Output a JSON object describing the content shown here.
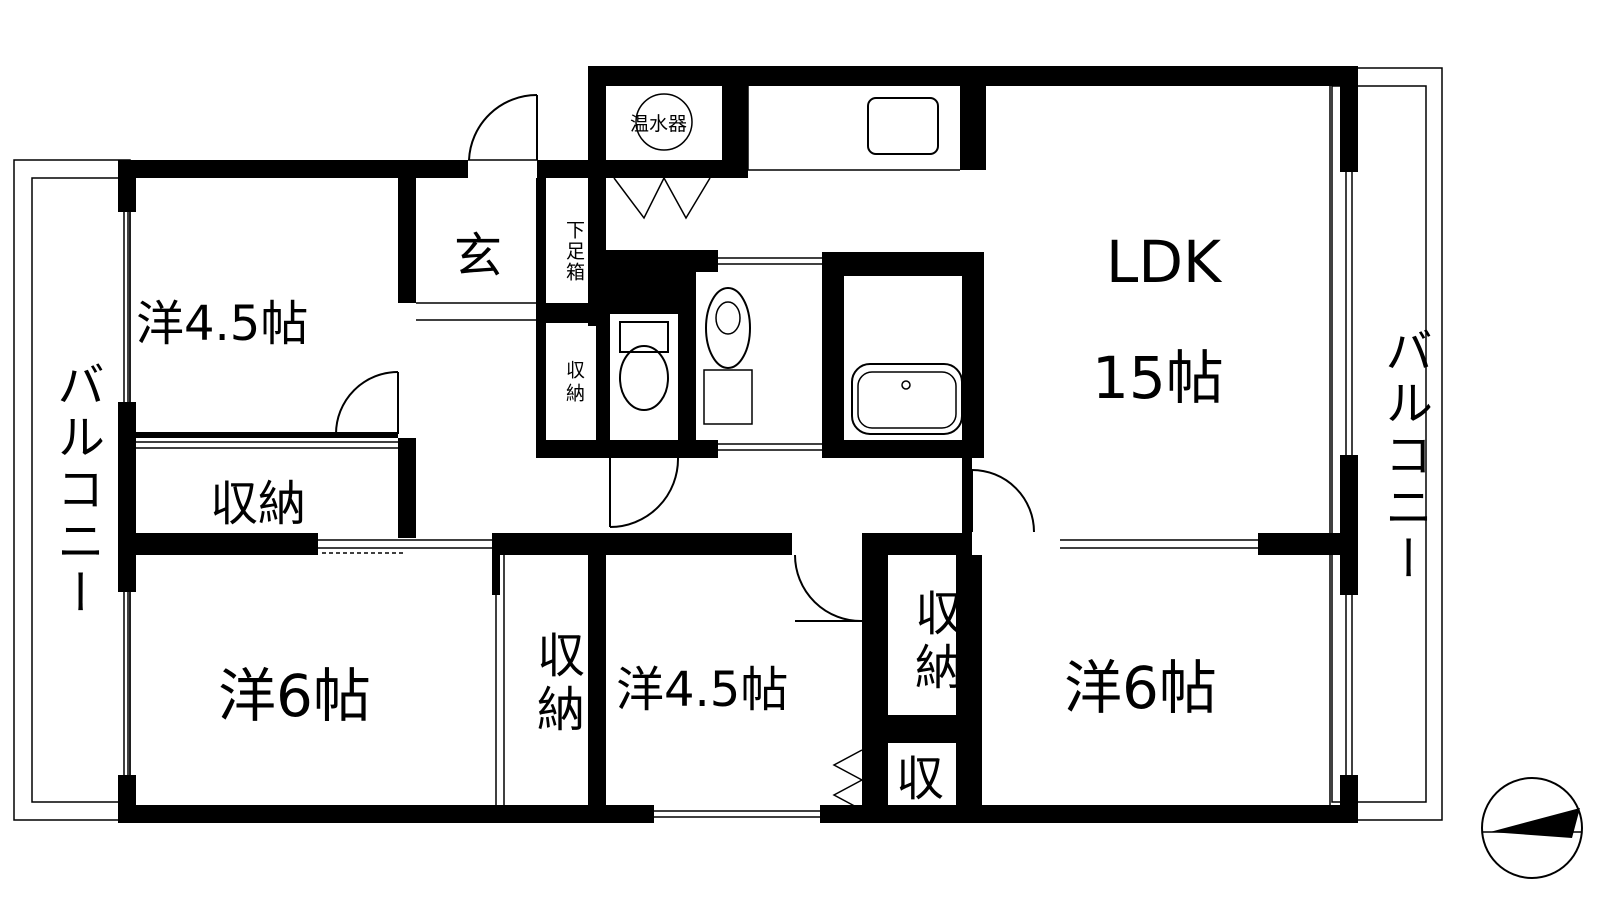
{
  "rooms": {
    "western_4_5_top": "洋4.5帖",
    "storage_top_left": "収納",
    "genkan": "玄",
    "shoe_box": "下足箱",
    "storage_hall": "収納",
    "water_heater": "温水器",
    "ldk_name": "LDK",
    "ldk_size": "15帖",
    "western_6_left": "洋6帖",
    "storage_mid": "収納",
    "western_4_5_bottom": "洋4.5帖",
    "storage_right": "収納",
    "storage_small": "収",
    "western_6_right": "洋6帖"
  },
  "balconies": {
    "left": "バルコニー",
    "right": "バルコニー"
  },
  "compass": {
    "icon": "north-arrow-icon"
  }
}
